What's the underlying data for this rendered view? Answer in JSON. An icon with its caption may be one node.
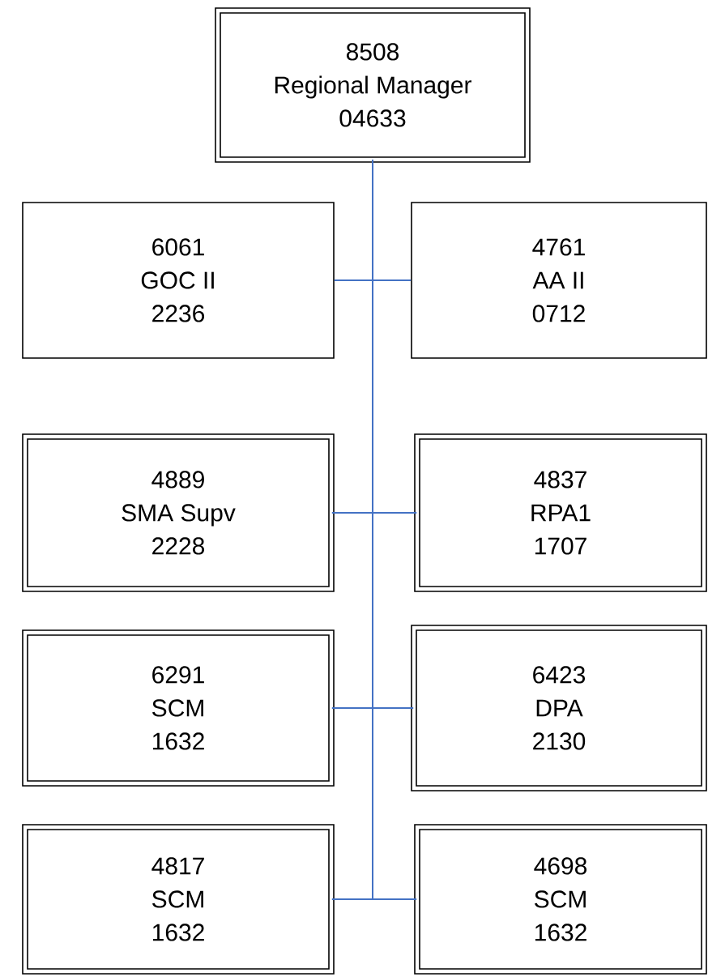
{
  "diagram": {
    "nodes": [
      {
        "text": [
          "8508",
          "Regional Manager",
          "04633"
        ]
      },
      {
        "text": [
          "6061",
          "GOC II",
          "2236"
        ]
      },
      {
        "text": [
          "4761",
          "AA II",
          "0712"
        ]
      },
      {
        "text": [
          "4889",
          "SMA Supv",
          "2228"
        ]
      },
      {
        "text": [
          "4837",
          "RPA1",
          "1707"
        ]
      },
      {
        "text": [
          "6291",
          "SCM",
          "1632"
        ]
      },
      {
        "text": [
          "6423",
          "DPA",
          "2130"
        ]
      },
      {
        "text": [
          "4817",
          "SCM",
          "1632"
        ]
      },
      {
        "text": [
          "4698",
          "SCM",
          "1632"
        ]
      }
    ],
    "edges": [
      {
        "from": 0,
        "to": 1,
        "arrow": "none"
      },
      {
        "from": 0,
        "to": 2,
        "arrow": "none"
      },
      {
        "from": 0,
        "to": 3,
        "arrow": "none"
      },
      {
        "from": 0,
        "to": 4,
        "arrow": "none"
      },
      {
        "from": 0,
        "to": 5,
        "arrow": "none"
      },
      {
        "from": 0,
        "to": 6,
        "arrow": "none"
      },
      {
        "from": 0,
        "to": 7,
        "arrow": "none"
      },
      {
        "from": 0,
        "to": 8,
        "arrow": "none"
      }
    ]
  }
}
